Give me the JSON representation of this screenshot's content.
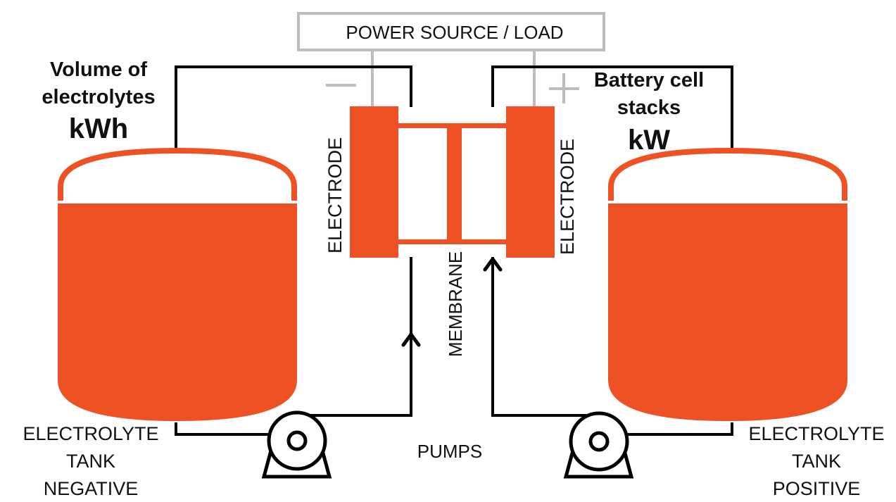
{
  "colors": {
    "electrolyte": "#EE5224",
    "wire": "#000000",
    "power_wire": "#BDBDBD",
    "text": "#111111",
    "background": "#FFFFFF"
  },
  "power": {
    "label": "POWER SOURCE / LOAD",
    "negative_symbol": "minus-sign",
    "positive_symbol": "plus-sign"
  },
  "left_caption": {
    "line1": "Volume of",
    "line2": "electrolytes",
    "unit": "kWh"
  },
  "right_caption": {
    "line1": "Battery cell",
    "line2": "stacks",
    "unit": "kW"
  },
  "stack": {
    "left_electrode": "ELECTRODE",
    "right_electrode": "ELECTRODE",
    "membrane": "MEMBRANE"
  },
  "tanks": {
    "negative": {
      "line1": "ELECTROLYTE",
      "line2": "TANK",
      "line3": "NEGATIVE"
    },
    "positive": {
      "line1": "ELECTROLYTE",
      "line2": "TANK",
      "line3": "POSITIVE"
    }
  },
  "pumps": {
    "label": "PUMPS"
  }
}
